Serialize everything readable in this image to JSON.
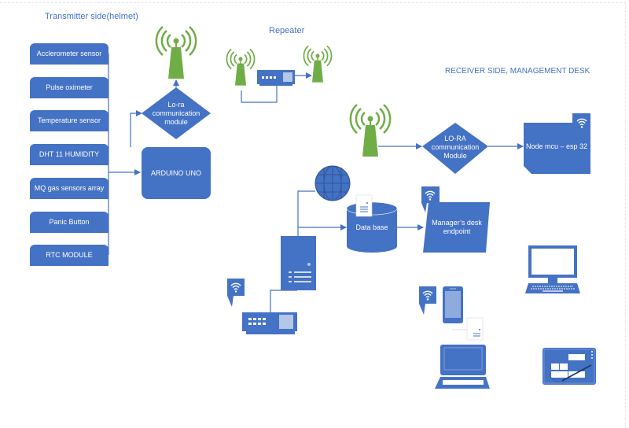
{
  "titles": {
    "transmitter": "Transmitter side(helmet)",
    "repeater": "Repeater",
    "receiver": "RECEIVER SIDE, MANAGEMENT DESK"
  },
  "transmitter": {
    "sensors": [
      "Acclerometer sensor",
      "Pulse oximeter",
      "Temperature sensor",
      "DHT 11 HUMIDITY",
      "MQ gas sensors array",
      "Panic Button",
      "RTC MODULE"
    ],
    "controller": "ARDUINO UNO",
    "lora_module": "Lo-ra communication module"
  },
  "receiver": {
    "lora_module": "LO-RA communication Module",
    "node_mcu": "Node mcu – esp 32",
    "database": "Data base",
    "manager_endpoint": "Manager’s desk endpoint"
  },
  "colors": {
    "primary": "#4472c4",
    "antenna": "#70ad47",
    "title": "#4472c4"
  }
}
